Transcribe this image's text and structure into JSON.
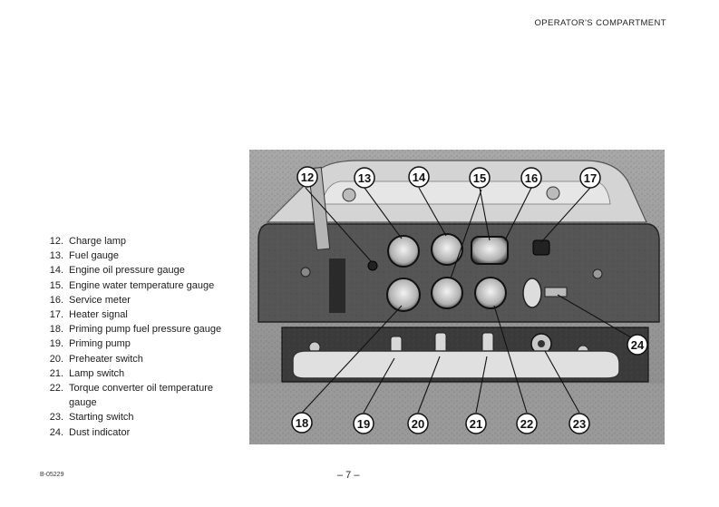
{
  "header": {
    "section_title": "OPERATOR'S COMPARTMENT"
  },
  "legend": {
    "items": [
      {
        "num": "12.",
        "label": "Charge lamp"
      },
      {
        "num": "13.",
        "label": "Fuel gauge"
      },
      {
        "num": "14.",
        "label": "Engine oil pressure gauge"
      },
      {
        "num": "15.",
        "label": "Engine water temperature gauge"
      },
      {
        "num": "16.",
        "label": "Service meter"
      },
      {
        "num": "17.",
        "label": "Heater signal"
      },
      {
        "num": "18.",
        "label": "Priming pump fuel pressure gauge"
      },
      {
        "num": "19.",
        "label": "Priming pump"
      },
      {
        "num": "20.",
        "label": "Preheater switch"
      },
      {
        "num": "21.",
        "label": "Lamp switch"
      },
      {
        "num": "22.",
        "label": "Torque converter oil temperature gauge"
      },
      {
        "num": "23.",
        "label": "Starting switch"
      },
      {
        "num": "24.",
        "label": "Dust indicator"
      }
    ]
  },
  "photo": {
    "callouts": {
      "c12": "12",
      "c13": "13",
      "c14": "14",
      "c15": "15",
      "c16": "16",
      "c17": "17",
      "c18": "18",
      "c19": "19",
      "c20": "20",
      "c21": "21",
      "c22": "22",
      "c23": "23",
      "c24": "24"
    }
  },
  "footer": {
    "code": "B-05229",
    "page": "– 7 –"
  }
}
